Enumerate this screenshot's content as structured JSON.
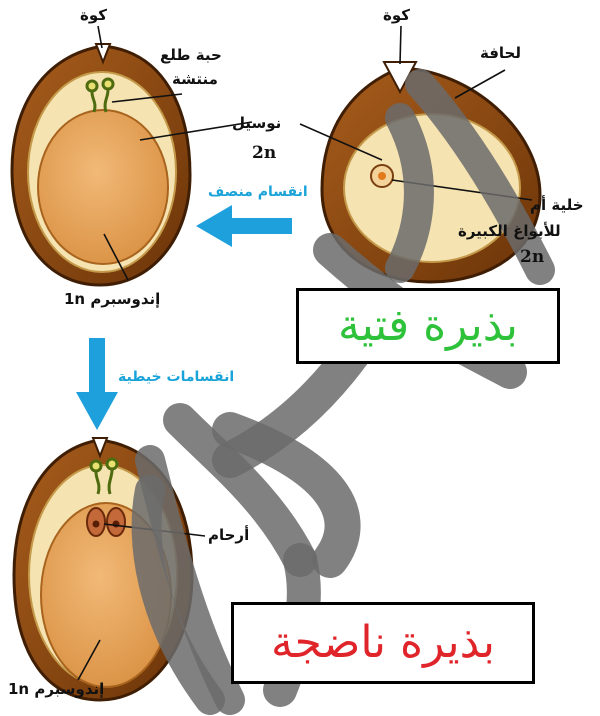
{
  "labels": {
    "micropyle_top_left": "كوة",
    "micropyle_top_right": "كوة",
    "integument": "لحافة",
    "pollen_grain_line1": "حبة طلع",
    "pollen_grain_line2": "منتشة",
    "nucellus": "نوسيل",
    "nucellus_ploidy": "2n",
    "mother_cell_line1": "خلية أم",
    "mother_cell_line2": "للأبواغ الكبيرة",
    "mother_cell_ploidy": "2n",
    "meiosis": "انقسام منصف",
    "endosperm_top": "إندوسبرم 1n",
    "mitosis": "انقسامات خيطية",
    "archegonia": "أرحام",
    "endosperm_bottom": "إندوسبرم 1n"
  },
  "boxes": {
    "young_seed": "بذيرة فتية",
    "mature_seed": "بذيرة ناضجة"
  },
  "colors": {
    "integument_brown": "#8a4a12",
    "nucellus_light": "#f6e3b2",
    "endosperm_orange": "#e8a55e",
    "arrow_blue": "#1ea0dc",
    "young_text_green": "#2ec23a",
    "mature_text_red": "#e0252a",
    "watermark_gray": "#6b6b6b"
  }
}
